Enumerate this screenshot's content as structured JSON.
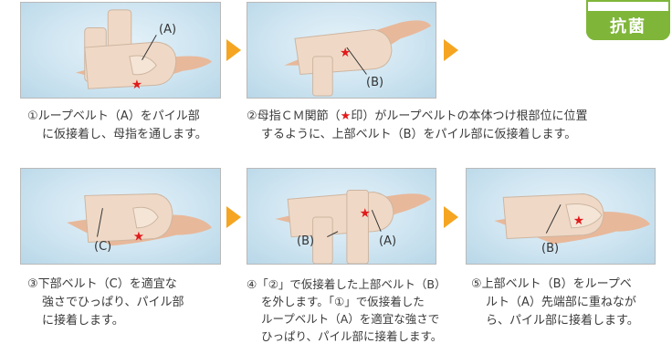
{
  "badge": {
    "label": "抗菌"
  },
  "steps": [
    {
      "labels": [
        "(A)"
      ],
      "caption_lines": [
        "①ループベルト（A）をパイル部",
        "に仮接着し、母指を通します。"
      ]
    },
    {
      "labels": [
        "(B)"
      ],
      "caption_line1_before": "②母指ＣＭ関節（",
      "caption_star": "★",
      "caption_line1_after": "印）がループベルトの本体つけ根部位に位置",
      "caption_line2": "するように、上部ベルト（B）をパイル部に仮接着します。"
    },
    {
      "labels": [
        "(C)"
      ],
      "caption_lines": [
        "③下部ベルト（C）を適宜な",
        "強さでひっぱり、パイル部",
        "に接着します。"
      ]
    },
    {
      "labels": [
        "(B)",
        "(A)"
      ],
      "caption_lines": [
        "④「②」で仮接着した上部ベルト（B）",
        "を外します。「①」で仮接着した",
        "ループベルト（A）を適宜な強さで",
        "ひっぱり、パイル部に接着します。"
      ]
    },
    {
      "labels": [
        "(B)"
      ],
      "caption_lines": [
        "⑤上部ベルト（B）をループベ",
        "ルト（A）先端部に重ねなが",
        "ら、パイル部に接着します。"
      ]
    }
  ],
  "colors": {
    "arrow": "#f5a521",
    "star": "#e11b1b",
    "badge": "#7fb63a",
    "belt": "#efd9c6"
  }
}
